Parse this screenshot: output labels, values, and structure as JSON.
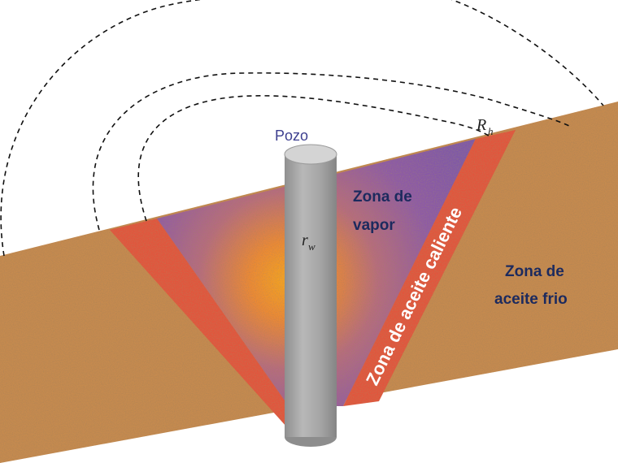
{
  "labels": {
    "well": "Pozo",
    "steam_zone_line1": "Zona de",
    "steam_zone_line2": "vapor",
    "hot_oil_zone": "Zona de aceite caliente",
    "cold_oil_zone_line1": "Zona de",
    "cold_oil_zone_line2": "aceite frio",
    "well_radius_symbol": "r",
    "well_radius_sub": "w",
    "heated_radius_symbol": "R",
    "heated_radius_sub": "h"
  },
  "colors": {
    "reservoir": "#c58a4f",
    "hot_oil": "#e2553c",
    "steam": "#8a5aa3",
    "steam_core": "#f2a028",
    "well": "#a8a8a8",
    "front_line": "#111111"
  }
}
